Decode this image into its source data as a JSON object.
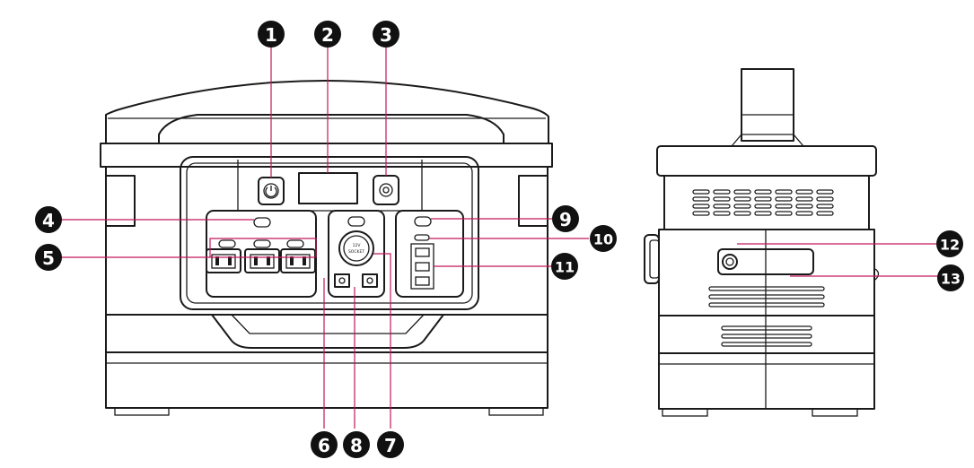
{
  "callouts": [
    {
      "id": "c1",
      "label": "1"
    },
    {
      "id": "c2",
      "label": "2"
    },
    {
      "id": "c3",
      "label": "3"
    },
    {
      "id": "c4",
      "label": "4"
    },
    {
      "id": "c5",
      "label": "5"
    },
    {
      "id": "c6",
      "label": "6"
    },
    {
      "id": "c7",
      "label": "7"
    },
    {
      "id": "c8",
      "label": "8"
    },
    {
      "id": "c9",
      "label": "9"
    },
    {
      "id": "c10",
      "label": "10"
    },
    {
      "id": "c11",
      "label": "11"
    },
    {
      "id": "c12",
      "label": "12"
    },
    {
      "id": "c13",
      "label": "13"
    }
  ],
  "socket_label": {
    "line1": "12V",
    "line2": "SOCKET"
  },
  "colors": {
    "outline": "#1a1a1a",
    "leader": "#c2185b",
    "badge": "#111111",
    "badge_text": "#ffffff"
  }
}
